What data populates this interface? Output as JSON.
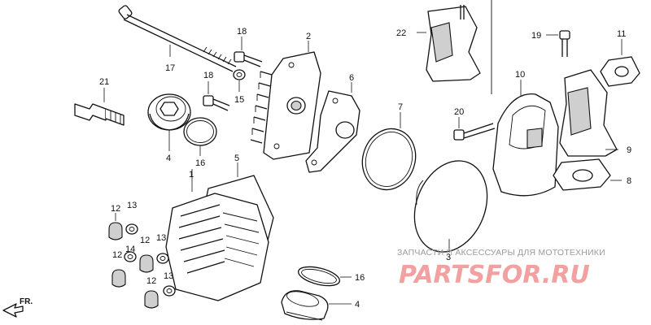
{
  "labels": {
    "p1": "1",
    "p2": "2",
    "p3": "3",
    "p4a": "4",
    "p4b": "4",
    "p5": "5",
    "p6": "6",
    "p7": "7",
    "p8": "8",
    "p9": "9",
    "p10": "10",
    "p11": "11",
    "p12a": "12",
    "p12b": "12",
    "p12c": "12",
    "p12d": "12",
    "p13a": "13",
    "p13b": "13",
    "p13c": "13",
    "p14": "14",
    "p15": "15",
    "p16a": "16",
    "p16b": "16",
    "p17": "17",
    "p18a": "18",
    "p18b": "18",
    "p19": "19",
    "p20": "20",
    "p21": "21",
    "p22": "22"
  },
  "direction_marker": "FR.",
  "watermark": {
    "caption": "ЗАПЧАСТИ И АКСЕССУАРЫ ДЛЯ МОТОТЕХНИКИ",
    "logo": "PARTSFOR.RU"
  }
}
